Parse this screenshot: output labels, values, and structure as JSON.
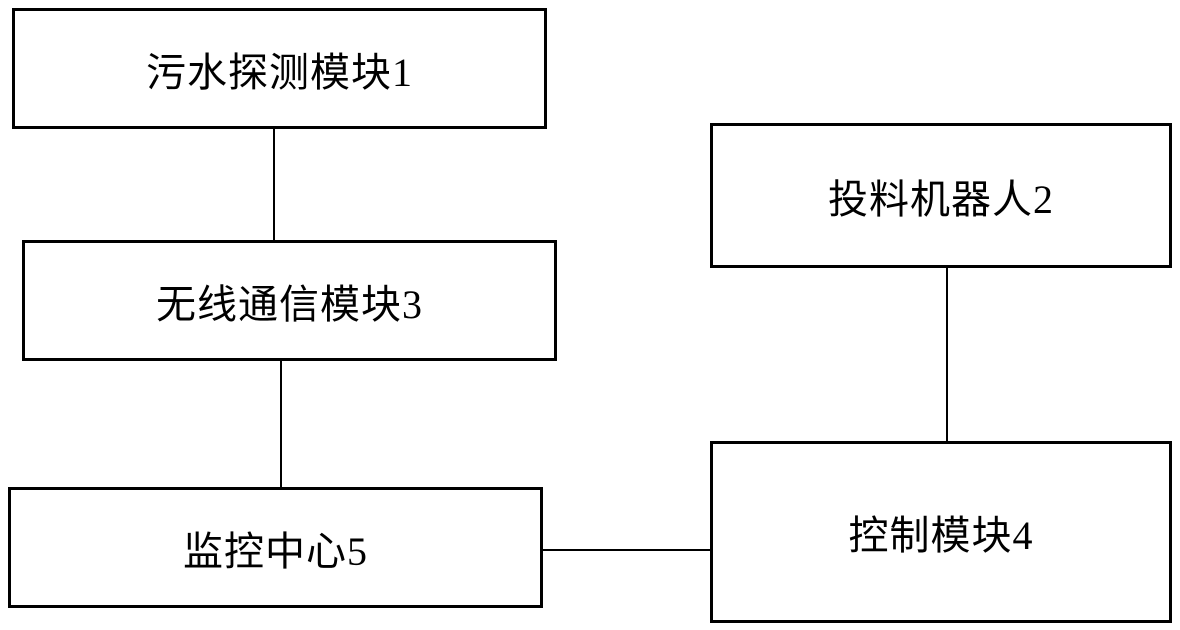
{
  "diagram": {
    "nodes": [
      {
        "id": "sewage-detection-module",
        "label": "污水探测模块1"
      },
      {
        "id": "feeding-robot",
        "label": "投料机器人2"
      },
      {
        "id": "wireless-communication-module",
        "label": "无线通信模块3"
      },
      {
        "id": "control-module",
        "label": "控制模块4"
      },
      {
        "id": "monitoring-center",
        "label": "监控中心5"
      }
    ],
    "edges": [
      {
        "from": "sewage-detection-module",
        "to": "wireless-communication-module"
      },
      {
        "from": "wireless-communication-module",
        "to": "monitoring-center"
      },
      {
        "from": "monitoring-center",
        "to": "control-module"
      },
      {
        "from": "feeding-robot",
        "to": "control-module"
      }
    ],
    "colors": {
      "stroke": "#000000",
      "fill": "#ffffff",
      "text": "#000000"
    }
  }
}
